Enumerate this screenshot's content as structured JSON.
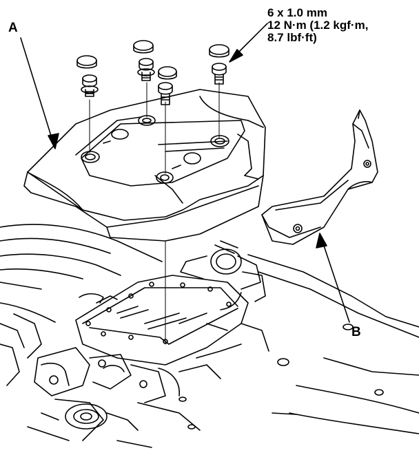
{
  "callouts": {
    "a": "A",
    "b": "B"
  },
  "bolt_spec": {
    "line1": "6 x 1.0 mm",
    "line2": "12 N·m (1.2 kgf·m,",
    "line3": "8.7 lbf·ft)"
  },
  "colors": {
    "ink": "#000000",
    "paper": "#ffffff"
  }
}
